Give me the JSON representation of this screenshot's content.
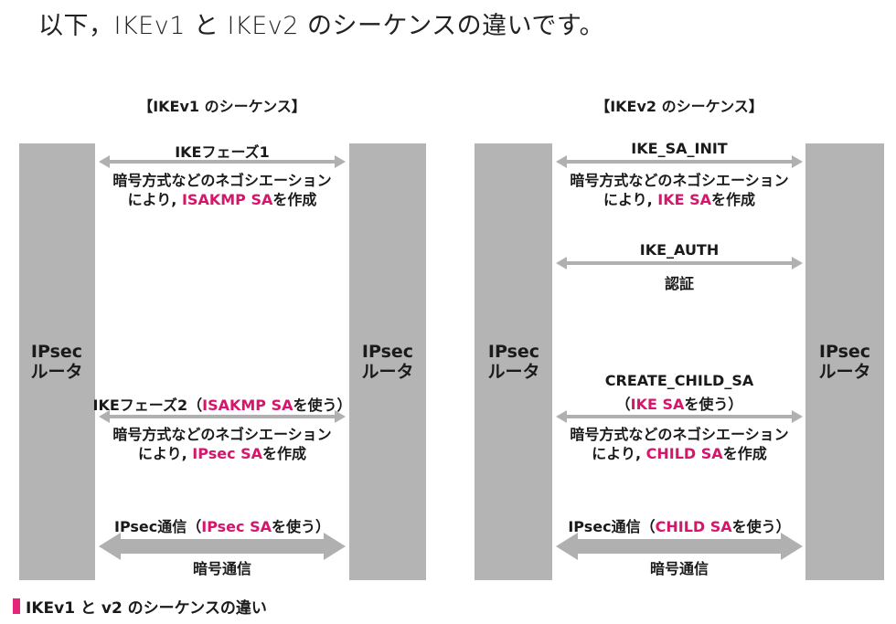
{
  "intro": "以下，IKEv1 と IKEv2 のシーケンスの違いです。",
  "caption": "IKEv1 と v2 のシーケンスの違い",
  "colors": {
    "router": "#b4b4b4",
    "arrow": "#b0b0b0",
    "highlight": "#d6156b",
    "caption_mark": "#e4267a"
  },
  "ikev1": {
    "title": "【IKEv1 のシーケンス】",
    "router_left": [
      "IPsec",
      "ルータ"
    ],
    "router_right": [
      "IPsec",
      "ルータ"
    ],
    "msg1": {
      "label": "IKEフェーズ1",
      "desc1": "暗号方式などのネゴシエーション",
      "desc2_pre": "により, ",
      "desc2_hl": "ISAKMP SA",
      "desc2_post": "を作成"
    },
    "msg2": {
      "label_pre": "IKEフェーズ2（",
      "label_hl": "ISAKMP SA",
      "label_post": "を使う）",
      "desc1": "暗号方式などのネゴシエーション",
      "desc2_pre": "により, ",
      "desc2_hl": "IPsec SA",
      "desc2_post": "を作成"
    },
    "msg3": {
      "label_pre": "IPsec通信（",
      "label_hl": "IPsec SA",
      "label_post": "を使う）",
      "desc": "暗号通信"
    }
  },
  "ikev2": {
    "title": "【IKEv2 のシーケンス】",
    "router_left": [
      "IPsec",
      "ルータ"
    ],
    "router_right": [
      "IPsec",
      "ルータ"
    ],
    "msg1": {
      "label": "IKE_SA_INIT",
      "desc1": "暗号方式などのネゴシエーション",
      "desc2_pre": "により, ",
      "desc2_hl": "IKE SA",
      "desc2_post": "を作成"
    },
    "msg2": {
      "label": "IKE_AUTH",
      "desc": "認証"
    },
    "msg3": {
      "label": "CREATE_CHILD_SA",
      "sub_pre": "（",
      "sub_hl": "IKE SA",
      "sub_post": "を使う）",
      "desc1": "暗号方式などのネゴシエーション",
      "desc2_pre": "により, ",
      "desc2_hl": "CHILD SA",
      "desc2_post": "を作成"
    },
    "msg4": {
      "label_pre": "IPsec通信（",
      "label_hl": "CHILD SA",
      "label_post": "を使う）",
      "desc": "暗号通信"
    }
  }
}
